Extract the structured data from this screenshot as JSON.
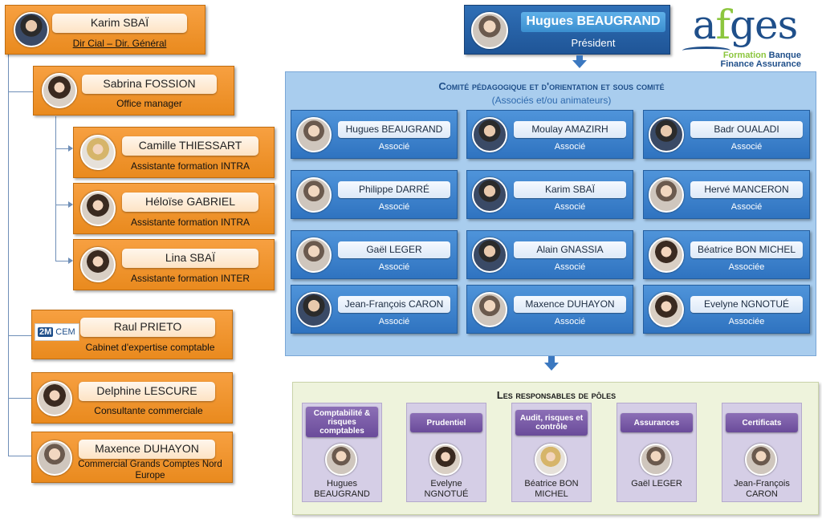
{
  "staff": {
    "head": {
      "name": "Karim SBAÏ",
      "role": "Dir Cial – Dir. Général"
    },
    "members": [
      {
        "name": "Sabrina FOSSION",
        "role": "Office manager"
      },
      {
        "name": "Camille THIESSART",
        "role": "Assistante formation INTRA"
      },
      {
        "name": "Héloïse GABRIEL",
        "role": "Assistante formation INTRA"
      },
      {
        "name": "Lina SBAÏ",
        "role": "Assistante formation INTER"
      },
      {
        "name": "Raul PRIETO",
        "role": "Cabinet d'expertise comptable",
        "logo": "CEM",
        "logo_mark": "2M"
      },
      {
        "name": "Delphine LESCURE",
        "role": "Consultante commerciale"
      },
      {
        "name": "Maxence DUHAYON",
        "role": "Commercial Grands Comptes Nord Europe"
      }
    ]
  },
  "president": {
    "name": "Hugues BEAUGRAND",
    "role": "Président"
  },
  "logo": {
    "brand_a": "a",
    "brand_f": "f",
    "brand_rest": "ges",
    "line1_green": "Formation",
    "line1_blue": " Banque",
    "line2": "Finance Assurance"
  },
  "committee": {
    "title": "Comité pédagogique et d'orientation et sous comité",
    "subtitle": "(Associés et/ou animateurs)",
    "members": [
      {
        "name": "Hugues BEAUGRAND",
        "role": "Associé"
      },
      {
        "name": "Moulay AMAZIRH",
        "role": "Associé"
      },
      {
        "name": "Badr OUALADI",
        "role": "Associé"
      },
      {
        "name": "Philippe DARRÉ",
        "role": "Associé"
      },
      {
        "name": "Karim SBAÏ",
        "role": "Associé"
      },
      {
        "name": "Hervé MANCERON",
        "role": "Associé"
      },
      {
        "name": "Gaël LEGER",
        "role": "Associé"
      },
      {
        "name": "Alain GNASSIA",
        "role": "Associé"
      },
      {
        "name": "Béatrice BON MICHEL",
        "role": "Associée"
      },
      {
        "name": "Jean-François CARON",
        "role": "Associé"
      },
      {
        "name": "Maxence DUHAYON",
        "role": "Associé"
      },
      {
        "name": "Evelyne NGNOTUÉ",
        "role": "Associée"
      }
    ]
  },
  "poles": {
    "title": "Les responsables de pôles",
    "items": [
      {
        "pole": "Comptabilité & risques comptables",
        "name": "Hugues BEAUGRAND"
      },
      {
        "pole": "Prudentiel",
        "name": "Evelyne NGNOTUÉ"
      },
      {
        "pole": "Audit, risques et contrôle",
        "name": "Béatrice BON MICHEL"
      },
      {
        "pole": "Assurances",
        "name": "Gaël LEGER"
      },
      {
        "pole": "Certificats",
        "name": "Jean-François CARON"
      }
    ]
  }
}
